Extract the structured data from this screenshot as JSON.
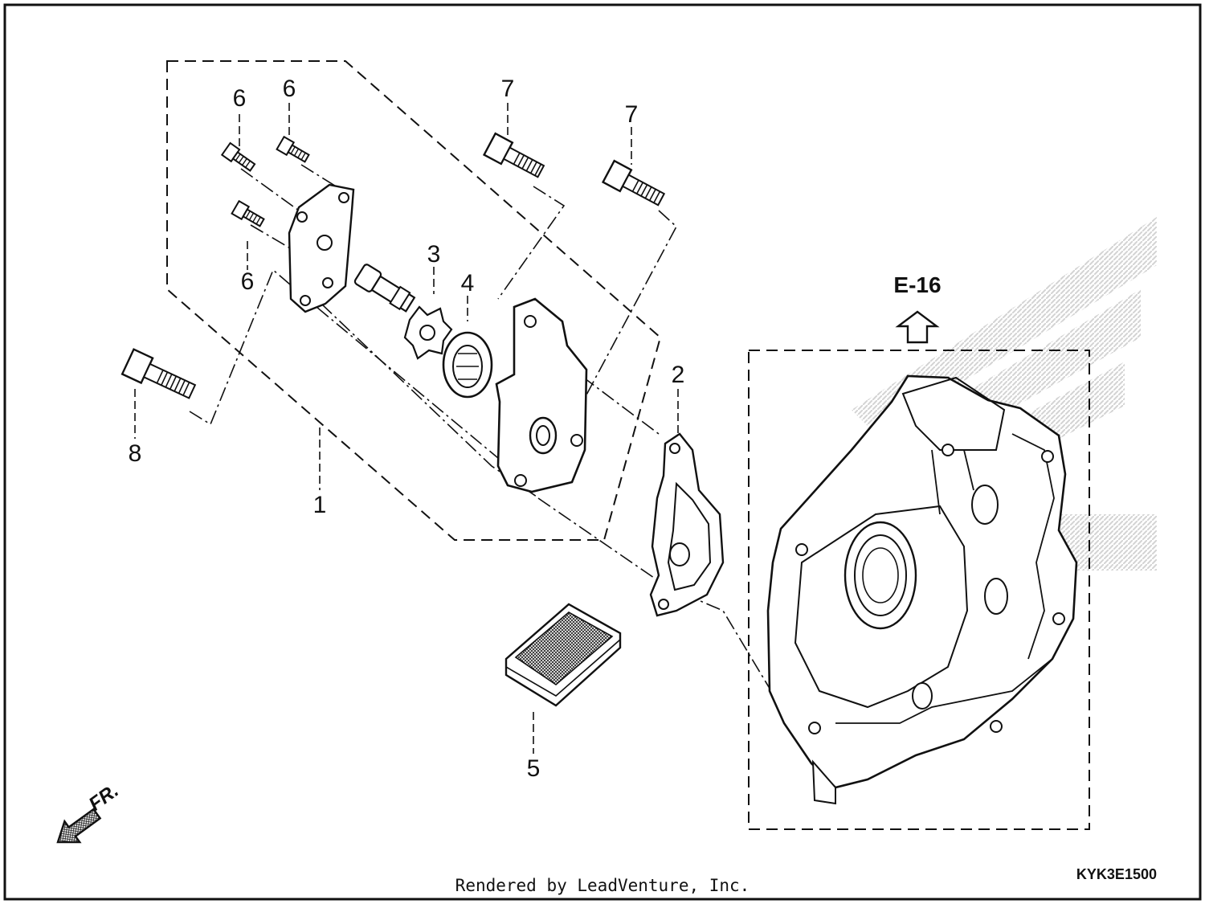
{
  "callouts": [
    "1",
    "2",
    "3",
    "4",
    "5",
    "6",
    "6",
    "6",
    "7",
    "7",
    "8"
  ],
  "reference": "E-16",
  "direction": "FR.",
  "diagram_code": "KYK3E1500",
  "footer": "Rendered by LeadVenture, Inc.",
  "colors": {
    "ink": "#111111",
    "background": "#ffffff",
    "watermark": "#cfcfcf"
  }
}
